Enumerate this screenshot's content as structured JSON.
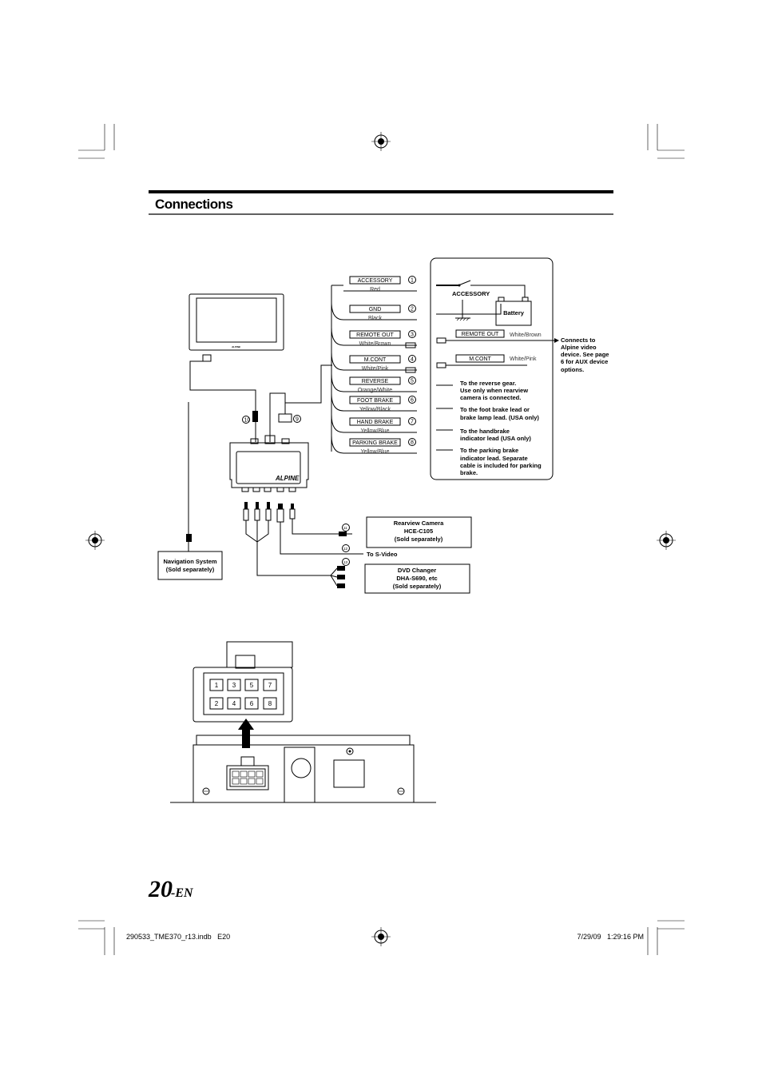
{
  "page": {
    "title": "Connections",
    "page_number": "20",
    "page_suffix": "-EN",
    "footer_file": "290533_TME370_r13.indb   E20",
    "footer_date": "7/29/09   1:29:16 PM"
  },
  "leads": [
    {
      "num": "1",
      "label": "ACCESSORY",
      "color": "Red"
    },
    {
      "num": "2",
      "label": "GND",
      "color": "Black"
    },
    {
      "num": "3",
      "label": "REMOTE OUT",
      "color": "White/Brown"
    },
    {
      "num": "4",
      "label": "M.CONT",
      "color": "White/Pink"
    },
    {
      "num": "5",
      "label": "REVERSE",
      "color": "Orange/White"
    },
    {
      "num": "6",
      "label": "FOOT BRAKE",
      "color": "Yellow/Black"
    },
    {
      "num": "7",
      "label": "HAND BRAKE",
      "color": "Yellow/Blue"
    },
    {
      "num": "8",
      "label": "PARKING BRAKE",
      "color": "Yellow/Blue"
    }
  ],
  "panel": {
    "accessory": "ACCESSORY",
    "battery": "Battery",
    "remote_out": "REMOTE OUT",
    "remote_out_color": "White/Brown",
    "mcont": "M.CONT",
    "mcont_color": "White/Pink",
    "notes": [
      [
        "To the reverse gear.",
        "Use only when rearview",
        "camera is connected."
      ],
      [
        "To the foot brake lead or",
        "brake lamp lead. (USA only)"
      ],
      [
        "To the handbrake",
        "indicator lead (USA only)"
      ],
      [
        "To the parking brake",
        "indicator lead. Separate",
        "cable is included for parking",
        "brake."
      ]
    ],
    "aux_note": [
      "Connects to",
      "Alpine video",
      "device. See page",
      "6 for AUX device",
      "options."
    ]
  },
  "markers": {
    "n9": "9",
    "n10": "10",
    "n11": "11",
    "n12": "12",
    "n13": "13"
  },
  "devices": {
    "navigation": [
      "Navigation System",
      "(Sold separately)"
    ],
    "rearview": [
      "Rearview Camera",
      "HCE-C105",
      "(Sold separately)"
    ],
    "svideo": "To S-Video",
    "dvd": [
      "DVD Changer",
      "DHA-S690, etc",
      "(Sold separately)"
    ],
    "brand": "ALPINE"
  },
  "connector": {
    "pins_top": [
      "1",
      "3",
      "5",
      "7"
    ],
    "pins_bottom": [
      "2",
      "4",
      "6",
      "8"
    ]
  }
}
